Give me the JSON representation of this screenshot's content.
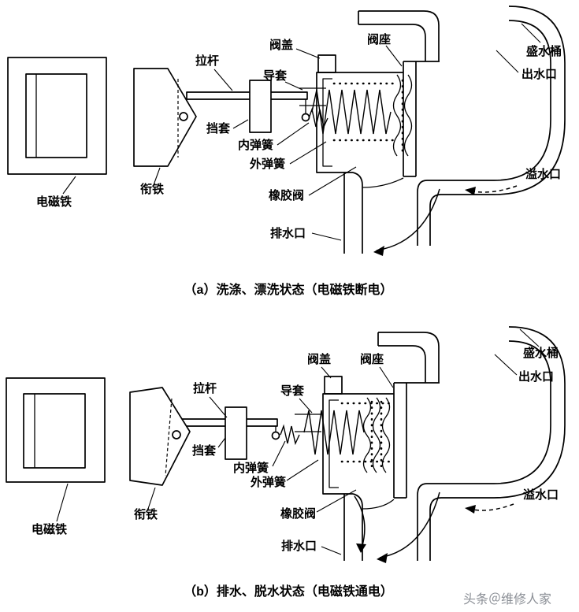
{
  "page": {
    "watermark": "头条＠维修人家"
  },
  "diagram_a": {
    "caption": "（a）洗涤、漂洗状态（电磁铁断电）",
    "labels": {
      "pull_rod": "拉杆",
      "valve_cover": "阀盖",
      "valve_seat": "阀座",
      "guide_sleeve": "导套",
      "water_tub": "盛水桶",
      "water_outlet": "出水口",
      "stop_sleeve": "挡套",
      "inner_spring": "内弹簧",
      "outer_spring": "外弹簧",
      "rubber_valve": "橡胶阀",
      "overflow_port": "溢水口",
      "drain_port": "排水口",
      "electromagnet": "电磁铁",
      "armature": "衔铁"
    }
  },
  "diagram_b": {
    "caption": "（b）排水、脱水状态（电磁铁通电）",
    "labels": {
      "pull_rod": "拉杆",
      "valve_cover": "阀盖",
      "valve_seat": "阀座",
      "guide_sleeve": "导套",
      "water_tub": "盛水桶",
      "water_outlet": "出水口",
      "stop_sleeve": "挡套",
      "inner_spring": "内弹簧",
      "outer_spring": "外弹簧",
      "rubber_valve": "橡胶阀",
      "overflow_port": "溢水口",
      "drain_port": "排水口",
      "electromagnet": "电磁铁",
      "armature": "衔铁"
    }
  }
}
